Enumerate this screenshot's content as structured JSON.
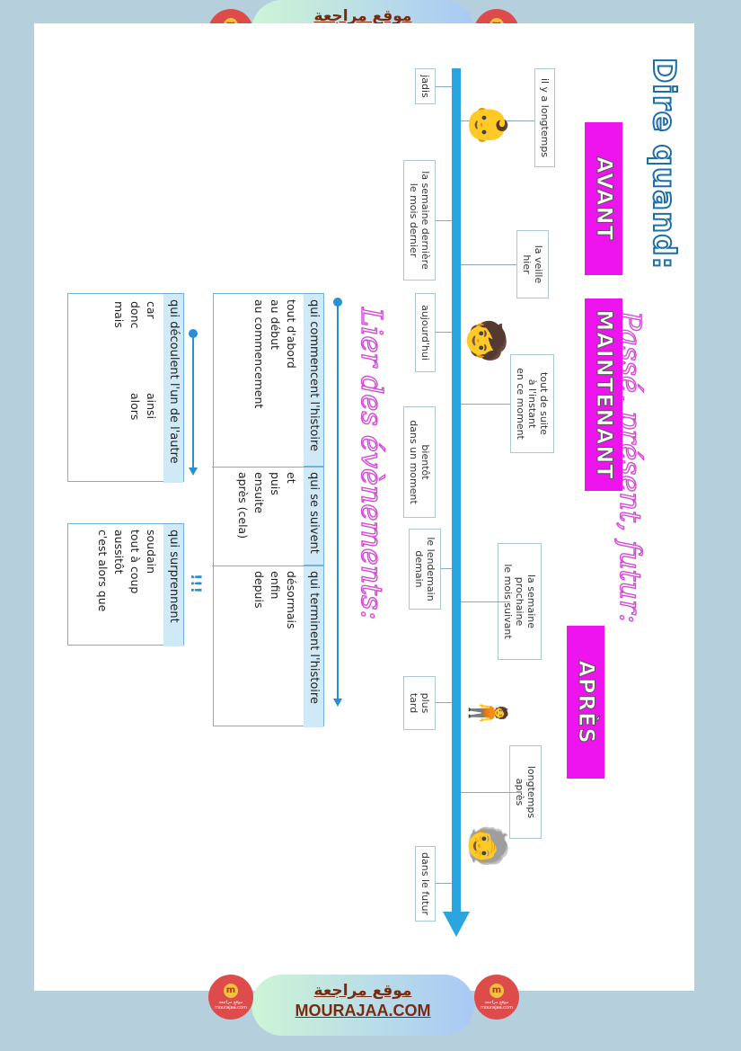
{
  "banner": {
    "arabic": "موقع مراجعة",
    "latin": "MOURAJAA.COM"
  },
  "logo": {
    "mark": "m",
    "caption": "موقع مراجعة",
    "domain": "mourajaa.com"
  },
  "doc": {
    "title": "Dire quand:",
    "subtitle1": "Passé, présent, futur:",
    "subtitle2": "Lier des évènements:",
    "avant": "AVANT",
    "maintenant": "MAINTENANT",
    "apres": "APRÈS",
    "timeline": {
      "jadis": "jadis",
      "longtemps": "il y a longtemps",
      "semaine_derniere": "la semaine dernière\nle mois dernier",
      "veille": "la veille\nhier",
      "aujourdhui": "aujourd'hui",
      "tout_de_suite": "tout de suite\nà l'instant\nen ce moment",
      "bientot": "bientôt\ndans un moment",
      "lendemain": "le lendemain\ndemain",
      "semaine_prochaine": "la semaine prochaine\nle mois suivant",
      "plus_tard": "plus tard",
      "longtemps_apres": "longtemps après",
      "futur": "dans le futur"
    },
    "events_table": {
      "headers": [
        "qui commencent l'histoire",
        "qui se suivent",
        "qui terminent l'histoire"
      ],
      "col1": [
        "tout d'abord",
        "au début",
        "au commencement"
      ],
      "col2": [
        "et",
        "puis",
        "ensuite",
        "après (cela)"
      ],
      "col3": [
        "désormais",
        "enfin",
        "depuis"
      ]
    },
    "consequence_table": {
      "header": "qui découlent l'un de l'autre",
      "left": [
        "car",
        "donc",
        "mais"
      ],
      "right": [
        "ainsi",
        "alors"
      ]
    },
    "surprise_table": {
      "header": "qui surprennent",
      "items": [
        "soudain",
        "tout à coup",
        "aussitôt",
        "c'est alors que"
      ],
      "marks": "!!!"
    }
  }
}
